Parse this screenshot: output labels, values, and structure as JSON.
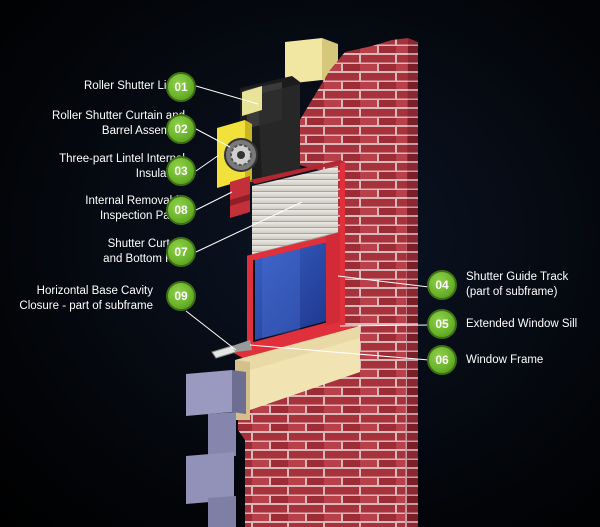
{
  "callouts": [
    {
      "number": "01",
      "lines": [
        "Roller Shutter Lintel"
      ]
    },
    {
      "number": "02",
      "lines": [
        "Roller Shutter Curtain and",
        "Barrel Assembly"
      ]
    },
    {
      "number": "03",
      "lines": [
        "Three-part Lintel Internal",
        "Insulation"
      ]
    },
    {
      "number": "08",
      "lines": [
        "Internal Removable",
        "Inspection Panel"
      ]
    },
    {
      "number": "07",
      "lines": [
        "Shutter Curtain",
        "and Bottom Rail"
      ]
    },
    {
      "number": "09",
      "lines": [
        "Horizontal Base Cavity",
        "Closure - part of subframe"
      ]
    },
    {
      "number": "04",
      "lines": [
        "Shutter Guide Track",
        "(part of subframe)"
      ]
    },
    {
      "number": "05",
      "lines": [
        "Extended Window Sill"
      ]
    },
    {
      "number": "06",
      "lines": [
        "Window Frame"
      ]
    }
  ],
  "colors": {
    "badge_green": "#6cb52c",
    "brick_red": "#b0363e",
    "mortar": "#d8b4b4",
    "glass_blue": "#2a4fb0",
    "frame_red": "#e0303c",
    "insulation_yellow": "#f2e13a",
    "shutter_grey": "#d8d6cf",
    "block_grey": "#8f8fb2"
  }
}
